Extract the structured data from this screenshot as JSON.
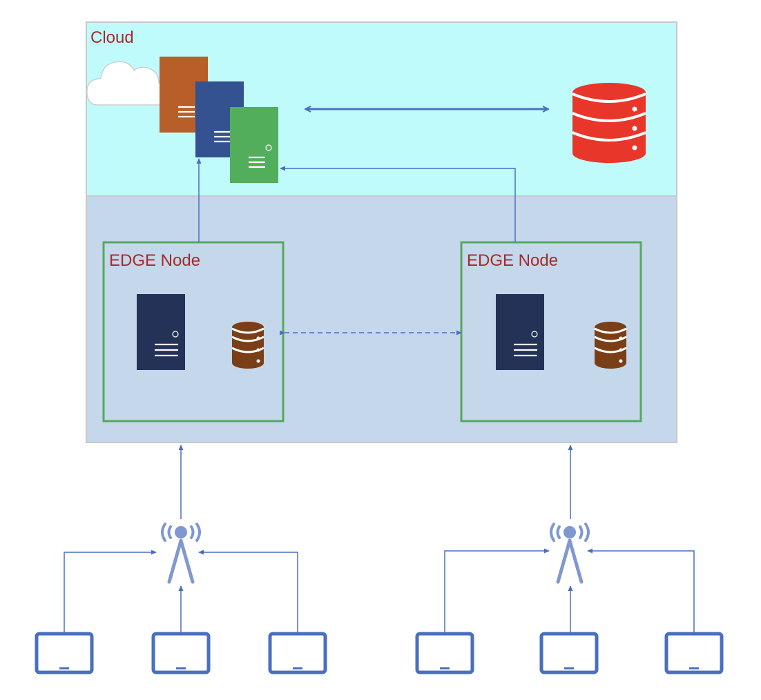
{
  "cloud": {
    "label": "Cloud"
  },
  "edge_nodes": [
    {
      "label": "EDGE Node"
    },
    {
      "label": "EDGE Node"
    }
  ],
  "colors": {
    "label_text": "#A52A2A",
    "cloud_bg": "#C0FBFC",
    "edge_layer_bg": "#C4D7EB",
    "edge_border": "#55A85E",
    "arrow": "#4A6FC0",
    "device": "#4A6FC0",
    "antenna": "#8098D0",
    "db_cloud": "#E8372A",
    "db_edge": "#7B3F17",
    "server_orange": "#B85E28",
    "server_blue": "#33528F",
    "server_green": "#52AE5B",
    "server_edge": "#243257"
  },
  "icons": {
    "cloud": "cloud-icon",
    "server": "server-icon",
    "database": "database-icon",
    "antenna": "antenna-icon",
    "device": "tablet-icon"
  }
}
